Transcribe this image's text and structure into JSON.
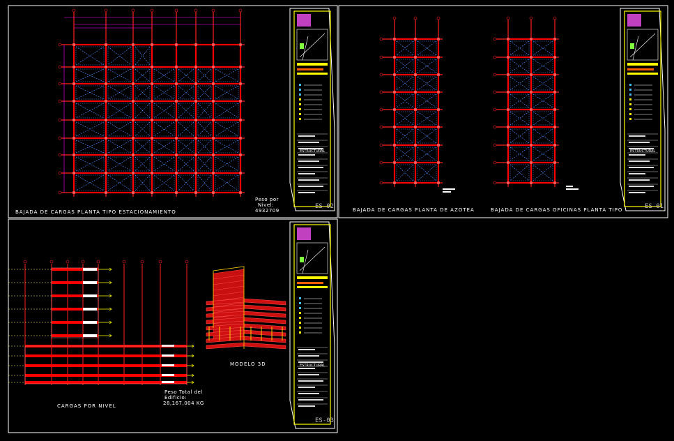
{
  "sheets": [
    {
      "code": "ES-02",
      "title": "BAJADA DE CARGAS PLANTA TIPO ESTACIONAMIENTO",
      "note_line1": "Peso por",
      "note_line2": "Nivel:",
      "note_value": "4932709"
    },
    {
      "code": "ES-01",
      "title_left": "BAJADA DE CARGAS PLANTA DE AZOTEA",
      "title_right": "BAJADA DE CARGAS OFICINAS PLANTA TIPO"
    },
    {
      "code": "ES-03",
      "title_left": "CARGAS POR NIVEL",
      "title_model": "MODELO 3D",
      "note_line1": "Peso Total del",
      "note_line2": "Edificio:",
      "note_value": "28,167,004 KG"
    }
  ],
  "title_block": {
    "section": "ESTRUCTURAL"
  },
  "colors": {
    "background": "#000000",
    "frame": "#ffffff",
    "axis": "#ff2020",
    "beam": "#ff0000",
    "slab": "#4f8fff",
    "dim": "#ff00ff",
    "titleblock": "#ffff00"
  }
}
